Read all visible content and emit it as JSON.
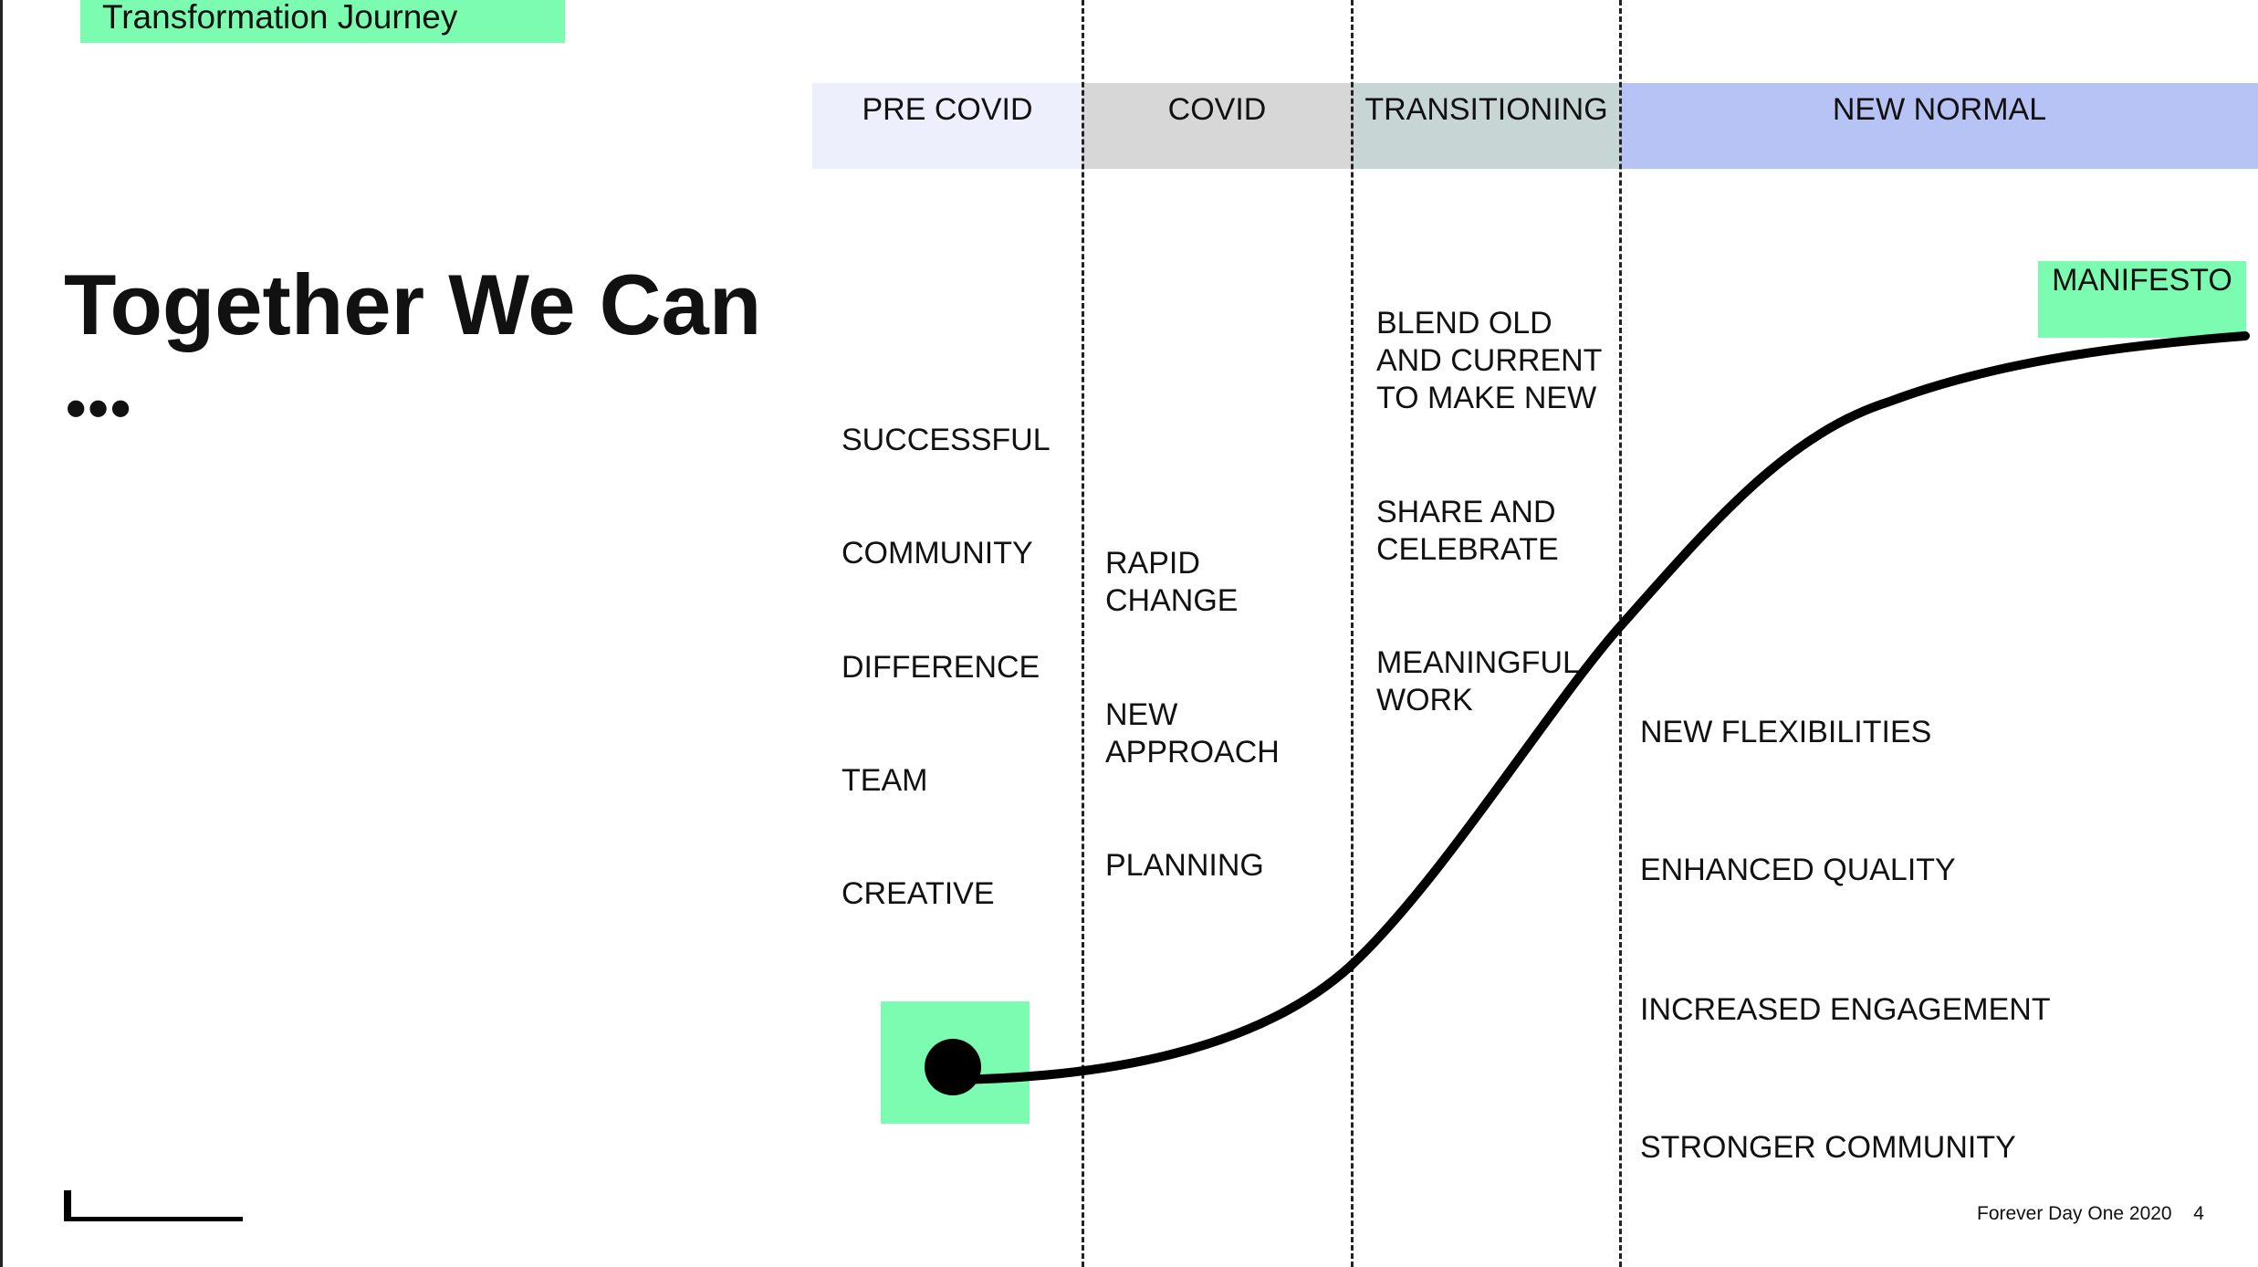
{
  "header": {
    "tag": "Transformation Journey"
  },
  "headline": {
    "title": "Together We Can",
    "dots": "•••"
  },
  "phases": {
    "pre_covid": "PRE COVID",
    "covid": "COVID",
    "transitioning": "TRANSITIONING",
    "new_normal": "NEW NORMAL"
  },
  "pre_covid_items": [
    "SUCCESSFUL",
    "COMMUNITY",
    "DIFFERENCE",
    "TEAM",
    "CREATIVE"
  ],
  "covid_items": [
    {
      "line1": "RAPID",
      "line2": "CHANGE"
    },
    {
      "line1": "NEW",
      "line2": "APPROACH"
    },
    {
      "line1": "PLANNING",
      "line2": ""
    }
  ],
  "transitioning_items": [
    {
      "line1": "BLEND OLD",
      "line2": "AND CURRENT",
      "line3": "TO MAKE NEW"
    },
    {
      "line1": "SHARE AND",
      "line2": "CELEBRATE",
      "line3": ""
    },
    {
      "line1": "MEANINGFUL",
      "line2": "WORK",
      "line3": ""
    }
  ],
  "new_normal_items": [
    "NEW FLEXIBILITIES",
    "ENHANCED QUALITY",
    "INCREASED ENGAGEMENT",
    "STRONGER COMMUNITY"
  ],
  "manifesto": "MANIFESTO",
  "footer": {
    "text": "Forever Day One 2020",
    "page": "4"
  },
  "colors": {
    "accent_green": "#7cfcb0",
    "pre_covid_band": "#eeeffc",
    "covid_band": "#d7d7d7",
    "transitioning_band": "#c7d6d4",
    "new_normal_band": "#b7c3f5"
  }
}
